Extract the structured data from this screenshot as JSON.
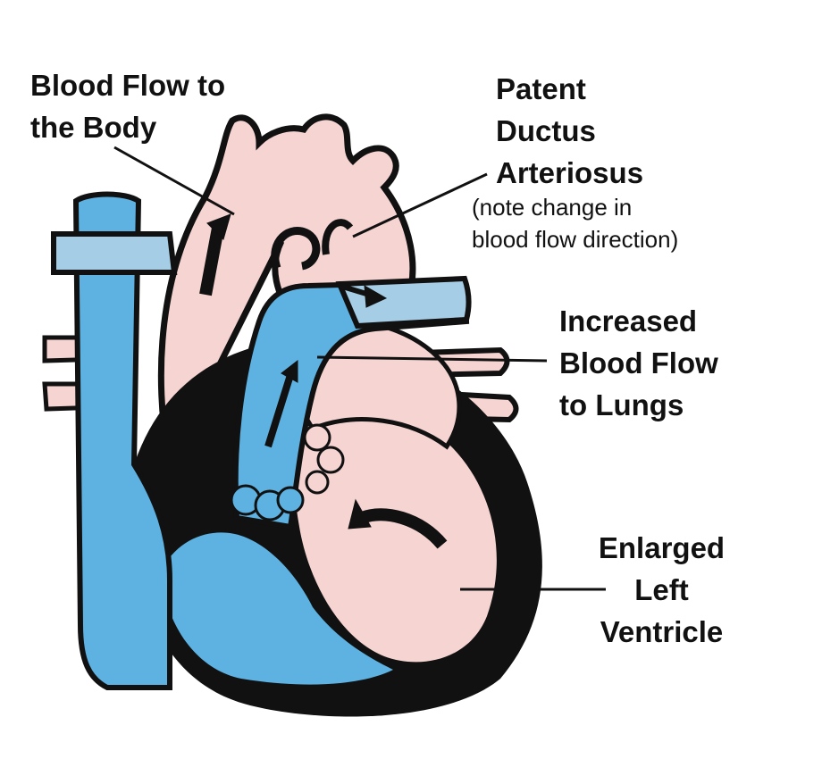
{
  "labels": {
    "body_flow": [
      "Blood Flow to",
      "the Body"
    ],
    "pda": [
      "Patent",
      "Ductus",
      "Arteriosus"
    ],
    "pda_note": [
      "(note change in",
      "blood flow direction)"
    ],
    "lung_flow": [
      "Increased",
      "Blood Flow",
      "to Lungs"
    ],
    "left_ventricle": [
      "Enlarged",
      "Left",
      "Ventricle"
    ]
  },
  "colors": {
    "oxygenated": "#f6d4d2",
    "deoxygenated": "#5db2e2",
    "outline": "#111111",
    "pulmonary_artery": "#a6cde6"
  }
}
